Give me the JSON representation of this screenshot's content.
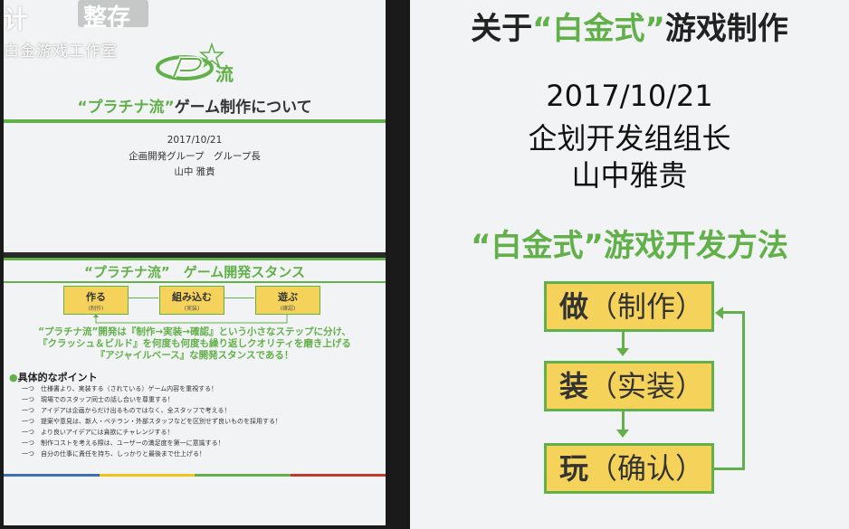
{
  "watermark": {
    "brand": "计",
    "tag": "整存",
    "studio": "白金游戏工作室"
  },
  "slide1": {
    "logo_text": "流",
    "title_quote": "“プラチナ流”",
    "title_rest": "ゲーム制作について",
    "date": "2017/10/21",
    "role": "企画開発グループ　グループ長",
    "name": "山中 雅貴"
  },
  "slide2": {
    "title": "“プラチナ流”　ゲーム開発スタンス",
    "steps": [
      {
        "main": "作る",
        "sub": "(制作)"
      },
      {
        "main": "組み込む",
        "sub": "(実装)"
      },
      {
        "main": "遊ぶ",
        "sub": "(確認)"
      }
    ],
    "statement": [
      "“プラチナ流”開発は『制作→実装→確認』という小さなステップに分け、",
      "『クラッシュ＆ビルド』を何度も何度も繰り返しクオリティを磨き上げる",
      "『アジャイルベース』な開発スタンスである！"
    ],
    "points_heading": "具体的なポイント",
    "points": [
      "一つ　仕様書より、実装する（されている）ゲーム内容を重視する！",
      "一つ　現場でのスタッフ同士の話し合いを尊重する！",
      "一つ　アイデアは企画からだけ出るものではなく、全スタッフで考える！",
      "一つ　提案や意見は、新人・ベテラン・外部スタッフなどを区別せず良いものを採用する！",
      "一つ　より良いアイデアには貪欲にチャレンジする！",
      "一つ　制作コストを考える際は、ユーザーの満足度を第一に意識する！",
      "一つ　自分の仕事に責任を持ち、しっかりと最後まで仕上げる！"
    ],
    "bar_colors": [
      "#3d6fb6",
      "#f0c419",
      "#62b04a",
      "#c0392b"
    ]
  },
  "right": {
    "title_pre": "关于",
    "title_quote": "“白金式”",
    "title_post": "游戏制作",
    "date": "2017/10/21",
    "role": "企划开发组组长",
    "name": "山中雅贵",
    "subtitle": "“白金式”游戏开发方法",
    "steps": [
      {
        "main": "做",
        "sub": "（制作）"
      },
      {
        "main": "装",
        "sub": "（实装）"
      },
      {
        "main": "玩",
        "sub": "（确认）"
      }
    ]
  },
  "colors": {
    "accent_green": "#62b04a",
    "box_yellow": "#f5d35a"
  }
}
